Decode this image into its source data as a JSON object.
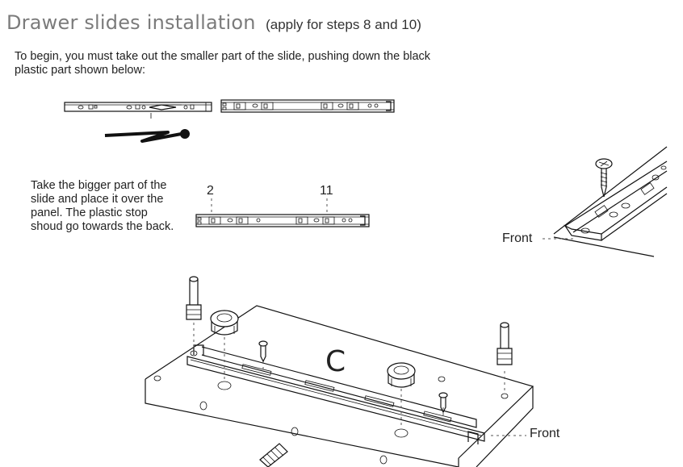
{
  "document": {
    "title": "Drawer slides installation",
    "title_note": "(apply for steps 8 and 10)",
    "intro": "To begin, you must take out the smaller part of the slide, pushing down the black plastic part shown below:",
    "step_text": "Take the bigger part of the slide and place it over the panel. The plastic stop shoud go towards the back.",
    "hole_label_left": "2",
    "hole_label_right": "11",
    "front_label_top": "Front",
    "front_label_bottom": "Front",
    "panel_label": "C"
  }
}
